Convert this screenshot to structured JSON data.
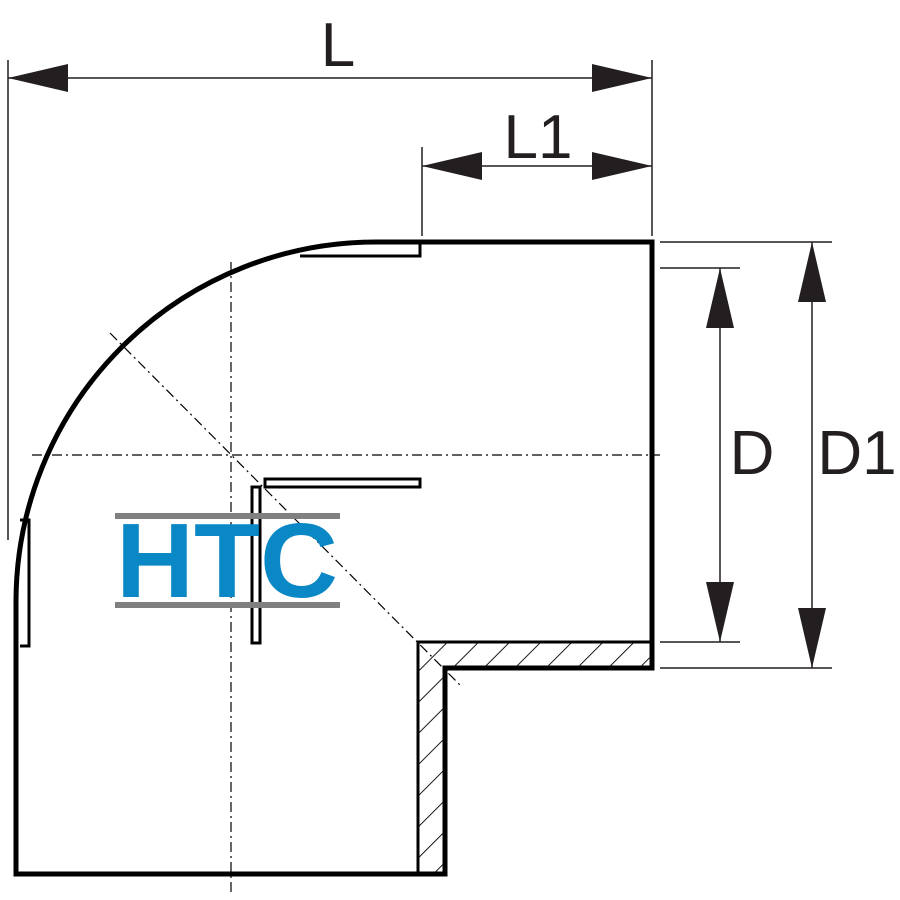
{
  "dimensions": {
    "overall_length_label": "L",
    "socket_length_label": "L1",
    "inner_diameter_label": "D",
    "outer_diameter_label": "D1"
  },
  "logo": {
    "text": "HTC",
    "text_color": "#0a87c5",
    "rule_color": "#808080"
  },
  "colors": {
    "outline": "#000000",
    "dimension_lines": "#231f20"
  }
}
